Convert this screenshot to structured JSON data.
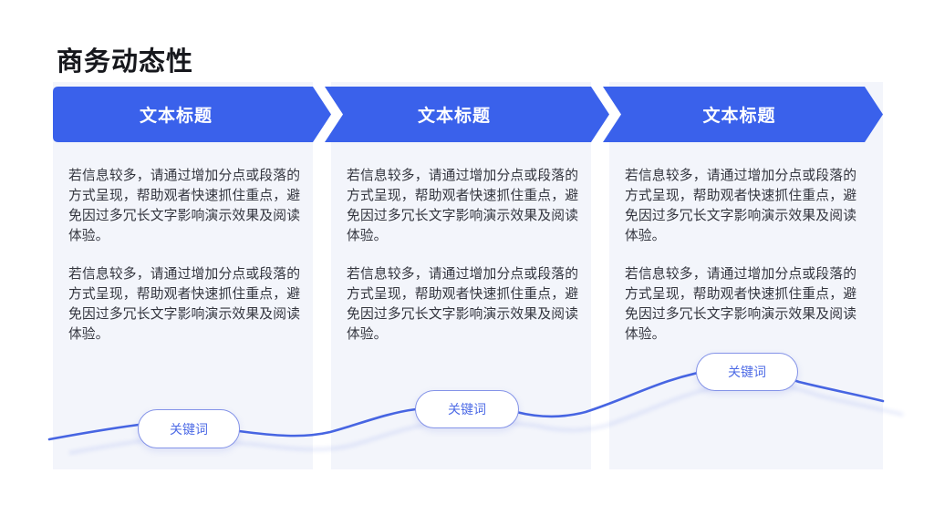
{
  "slide": {
    "title": "商务动态性",
    "columns": [
      {
        "header": "文本标题",
        "paragraphs": [
          "若信息较多，请通过增加分点或段落的方式呈现，帮助观者快速抓住重点，避免因过多冗长文字影响演示效果及阅读体验。",
          "若信息较多，请通过增加分点或段落的方式呈现，帮助观者快速抓住重点，避免因过多冗长文字影响演示效果及阅读体验。"
        ],
        "keyword": "关键词"
      },
      {
        "header": "文本标题",
        "paragraphs": [
          "若信息较多，请通过增加分点或段落的方式呈现，帮助观者快速抓住重点，避免因过多冗长文字影响演示效果及阅读体验。",
          "若信息较多，请通过增加分点或段落的方式呈现，帮助观者快速抓住重点，避免因过多冗长文字影响演示效果及阅读体验。"
        ],
        "keyword": "关键词"
      },
      {
        "header": "文本标题",
        "paragraphs": [
          "若信息较多，请通过增加分点或段落的方式呈现，帮助观者快速抓住重点，避免因过多冗长文字影响演示效果及阅读体验。",
          "若信息较多，请通过增加分点或段落的方式呈现，帮助观者快速抓住重点，避免因过多冗长文字影响演示效果及阅读体验。"
        ],
        "keyword": "关键词"
      }
    ],
    "colors": {
      "banner_blue": "#3A61EB",
      "panel_bg": "#F3F5FB",
      "wave_line": "#4765E2",
      "pill_border": "#8493E8",
      "pill_text": "#4E6BE6",
      "title_text": "#17181D",
      "body_text": "#33353E"
    }
  }
}
